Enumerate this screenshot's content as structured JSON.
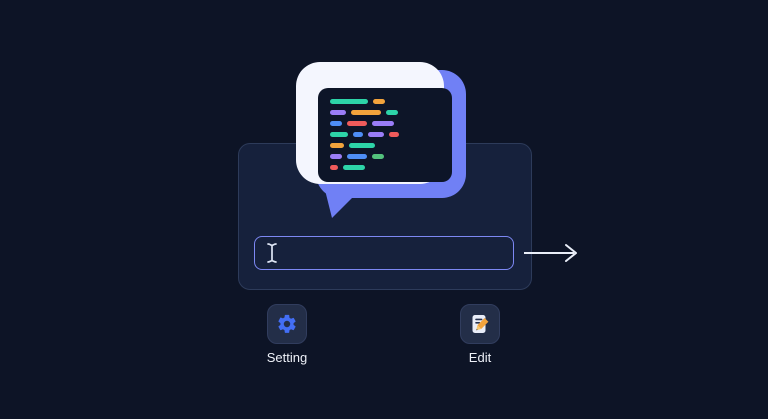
{
  "labels": {
    "setting": "Setting",
    "edit": "Edit"
  },
  "input": {
    "value": "",
    "placeholder": ""
  },
  "colors": {
    "page_bg": "#0d1426",
    "card_bg": "#16213c",
    "card_border": "#2d3b5a",
    "input_border": "#7d88f3",
    "bubble_front": "#f4f6fe",
    "bubble_back": "#7080f5",
    "code_panel": "#0d1528",
    "button_bg": "#232e48",
    "gear_blue": "#436ef5",
    "pencil_orange": "#f2a33c",
    "arrow": "#e9eef8",
    "text": "#eef1f8"
  },
  "icons": {
    "bubble": "code-chat-bubble-icon",
    "cursor": "text-cursor-icon",
    "arrow": "right-arrow-icon",
    "setting": "gear-icon",
    "edit": "edit-document-icon"
  },
  "illustration": {
    "code_lines": [
      [
        {
          "color": "#2dd4a8",
          "width": 38
        },
        {
          "color": "#f2a33c",
          "width": 12
        }
      ],
      [
        {
          "color": "#9a7df7",
          "width": 16
        },
        {
          "color": "#f2a33c",
          "width": 30
        },
        {
          "color": "#2dd4a8",
          "width": 12
        }
      ],
      [
        {
          "color": "#4e8df6",
          "width": 12
        },
        {
          "color": "#ef5b5b",
          "width": 20
        },
        {
          "color": "#9a7df7",
          "width": 22
        }
      ],
      [
        {
          "color": "#2dd4a8",
          "width": 18
        },
        {
          "color": "#4e8df6",
          "width": 10
        },
        {
          "color": "#9a7df7",
          "width": 16
        },
        {
          "color": "#ef5b5b",
          "width": 10
        }
      ],
      [
        {
          "color": "#f2a33c",
          "width": 14
        },
        {
          "color": "#2dd4a8",
          "width": 26
        }
      ],
      [
        {
          "color": "#9a7df7",
          "width": 12
        },
        {
          "color": "#4e8df6",
          "width": 20
        },
        {
          "color": "#53c27d",
          "width": 12
        }
      ],
      [
        {
          "color": "#ef5b5b",
          "width": 8
        },
        {
          "color": "#2dd4a8",
          "width": 22
        }
      ]
    ]
  }
}
